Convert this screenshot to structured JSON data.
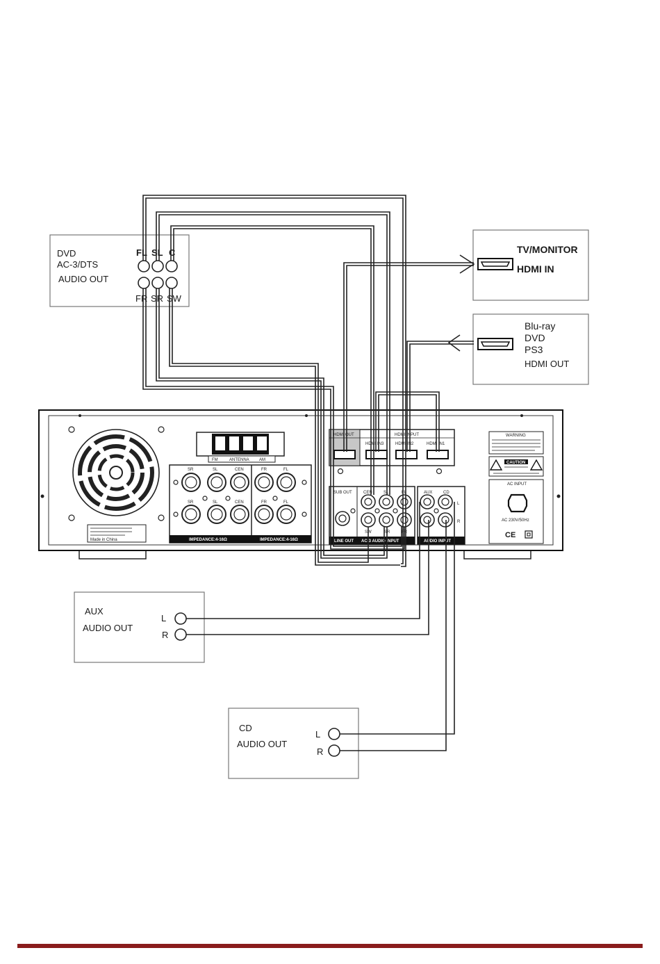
{
  "dvd_box": {
    "title_line1": "DVD",
    "title_line2": "AC-3/DTS",
    "title_line3": "AUDIO OUT",
    "top_labels": [
      "FL",
      "SL",
      "C"
    ],
    "bottom_labels": [
      "FR",
      "SR",
      "SW"
    ]
  },
  "tv_box": {
    "line1": "TV/MONITOR",
    "line2": "HDMI IN"
  },
  "source_box": {
    "line1": "Blu-ray",
    "line2": "DVD",
    "line3": "PS3",
    "line4": "HDMI OUT"
  },
  "receiver": {
    "hdmi_out_label": "HDMI OUT",
    "hdmi_input_label": "HDMI INPUT",
    "hdmi_inputs": [
      "HDMI IN3",
      "HDMI IN2",
      "HDMI IN1"
    ],
    "antenna_label": "ANTENNA",
    "fm_label": "FM",
    "am_label": "AM",
    "speaker_labels_left_top": [
      "SR",
      "SL",
      "CEN"
    ],
    "speaker_labels_left_bottom": [
      "SR",
      "SL",
      "CEN"
    ],
    "speaker_labels_right_top": [
      "FR",
      "FL"
    ],
    "speaker_labels_right_bottom": [
      "FR",
      "FL"
    ],
    "impedance_left": "IMPEDANCE:4-16Ω",
    "impedance_right": "IMPEDANCE:4-16Ω",
    "subout_label": "SUB OUT",
    "lineout_label": "LINE OUT",
    "ac3_labels_top": [
      "CEN",
      "SL",
      "FL"
    ],
    "ac3_labels_bottom": [
      "SW",
      "SR",
      "FR"
    ],
    "ac3_caption": "AC-3 AUDIO INPUT",
    "audio_input_top": [
      "AUX",
      "CD"
    ],
    "audio_input_caption": "AUDIO INPUT",
    "lr_marks": [
      "L",
      "R"
    ],
    "warning_title": "WARNING",
    "caution_title": "CAUTION",
    "ac_input_label": "AC INPUT",
    "ac_rating": "AC 230V/50Hz",
    "ce_mark": "CE",
    "made_in": "Made in China"
  },
  "aux_box": {
    "line1": "AUX",
    "line2": "AUDIO OUT",
    "left": "L",
    "right": "R"
  },
  "cd_box": {
    "line1": "CD",
    "line2": "AUDIO OUT",
    "left": "L",
    "right": "R"
  },
  "colors": {
    "footer_rule": "#8a1c1c",
    "lines": "#222222"
  }
}
